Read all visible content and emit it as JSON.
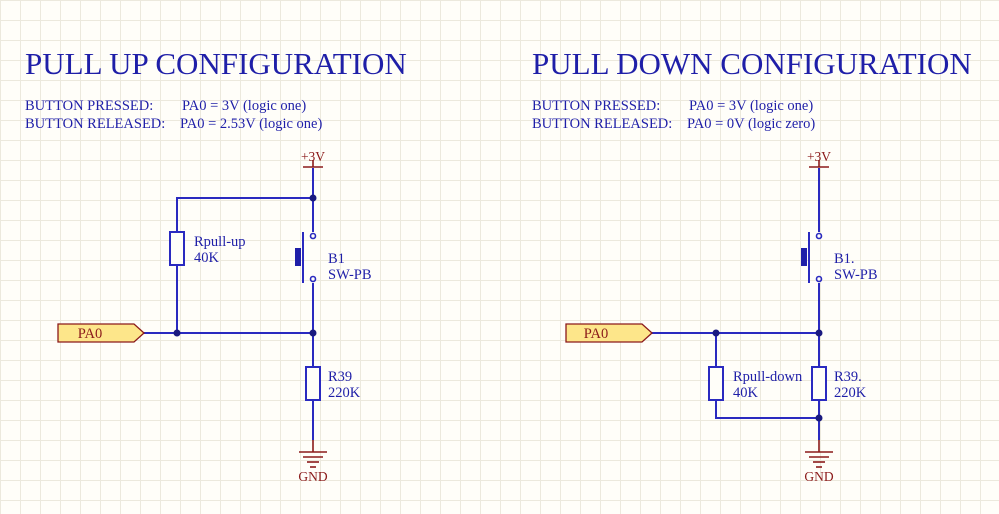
{
  "left": {
    "title": "PULL UP CONFIGURATION",
    "pressed_label": "BUTTON PRESSED:",
    "pressed_value": "PA0 = 3V (logic one)",
    "released_label": "BUTTON RELEASED:",
    "released_value": "PA0 = 2.53V (logic one)",
    "power": "+3V",
    "ground": "GND",
    "port": "PA0",
    "pull_resistor": {
      "name": "Rpull-up",
      "value": "40K"
    },
    "button": {
      "name": "B1",
      "type": "SW-PB"
    },
    "resistor": {
      "name": "R39",
      "value": "220K"
    }
  },
  "right": {
    "title": "PULL DOWN CONFIGURATION",
    "pressed_label": "BUTTON PRESSED:",
    "pressed_value": "PA0 = 3V (logic one)",
    "released_label": "BUTTON RELEASED:",
    "released_value": "PA0 = 0V (logic zero)",
    "power": "+3V",
    "ground": "GND",
    "port": "PA0",
    "pull_resistor": {
      "name": "Rpull-down",
      "value": "40K"
    },
    "button": {
      "name": "B1.",
      "type": "SW-PB"
    },
    "resistor": {
      "name": "R39.",
      "value": "220K"
    }
  },
  "colors": {
    "wire": "#2a2ac0",
    "text": "#1f1fa8",
    "power_net": "#8b1a1a",
    "port_fill": "#fde68a",
    "background": "#fffef9",
    "grid": "#ece9dd"
  }
}
